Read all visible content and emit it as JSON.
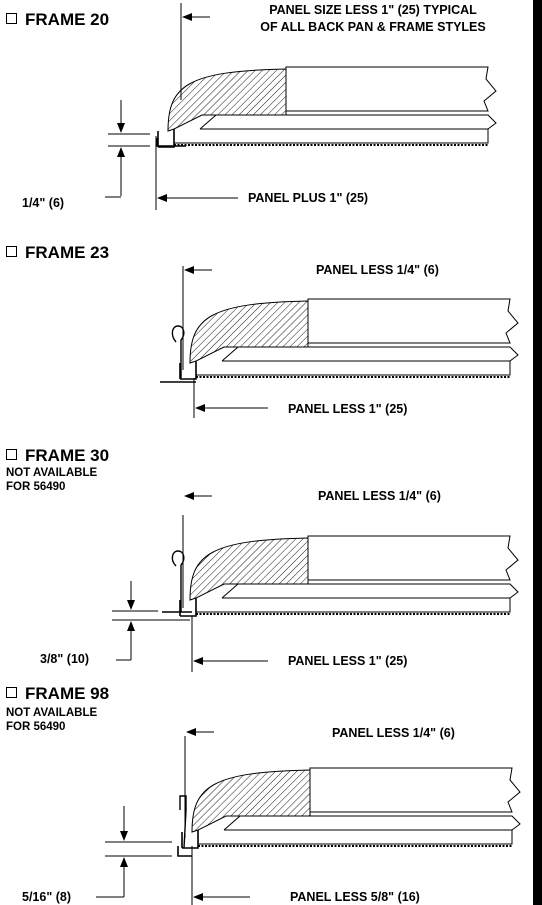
{
  "frames": [
    {
      "id": "frame-20",
      "title": "FRAME 20",
      "note": [],
      "dims": {
        "top": "PANEL SIZE LESS 1\" (25) TYPICAL",
        "top_line2": "OF ALL BACK PAN & FRAME STYLES",
        "bottom": "PANEL PLUS 1\" (25)",
        "side": "1/4\" (6)"
      }
    },
    {
      "id": "frame-23",
      "title": "FRAME 23",
      "note": [],
      "dims": {
        "top": "PANEL LESS 1/4\" (6)",
        "bottom": "PANEL LESS 1\" (25)"
      }
    },
    {
      "id": "frame-30",
      "title": "FRAME 30",
      "note": [
        "NOT AVAILABLE",
        "FOR 56490"
      ],
      "dims": {
        "top": "PANEL LESS 1/4\" (6)",
        "bottom": "PANEL LESS 1\" (25)",
        "side": "3/8\" (10)"
      }
    },
    {
      "id": "frame-98",
      "title": "FRAME 98",
      "note": [
        "NOT AVAILABLE",
        "FOR 56490"
      ],
      "dims": {
        "top": "PANEL LESS 1/4\" (6)",
        "bottom": "PANEL LESS 5/8\" (16)",
        "side": "5/16\" (8)"
      }
    }
  ]
}
